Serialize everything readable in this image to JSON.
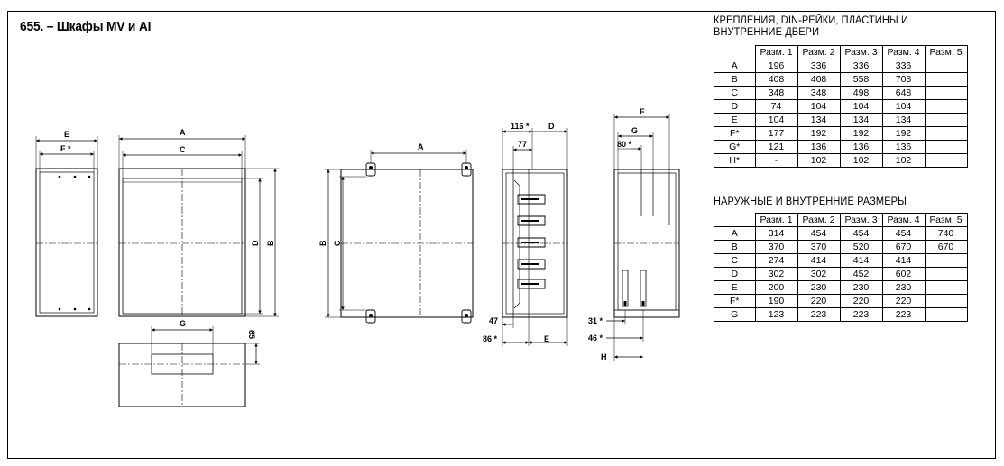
{
  "page_title": "655. – Шкафы MV и AI",
  "drawing_labels": {
    "front_E": "E",
    "front_F": "F *",
    "front_A": "A",
    "front_C": "C",
    "front_D": "D",
    "front_B": "B",
    "front_G": "G",
    "front_65": "65",
    "back_A": "A",
    "back_B": "B",
    "back_C": "C",
    "side_116": "116 *",
    "side_D": "D",
    "side_77": "77",
    "side_47": "47",
    "side_86": "86 *",
    "side_E": "E",
    "right_F": "F",
    "right_G": "G",
    "right_80": "80 *",
    "right_31": "31 *",
    "right_46": "46 *",
    "right_H": "H"
  },
  "table1": {
    "title_line1": "КРЕПЛЕНИЯ, DIN-РЕЙКИ, ПЛАСТИНЫ И",
    "title_line2": "ВНУТРЕННИЕ ДВЕРИ",
    "headers": [
      "Разм. 1",
      "Разм. 2",
      "Разм. 3",
      "Разм. 4",
      "Разм. 5"
    ],
    "rows": [
      {
        "label": "A",
        "values": [
          "196",
          "336",
          "336",
          "336",
          ""
        ]
      },
      {
        "label": "B",
        "values": [
          "408",
          "408",
          "558",
          "708",
          ""
        ]
      },
      {
        "label": "C",
        "values": [
          "348",
          "348",
          "498",
          "648",
          ""
        ]
      },
      {
        "label": "D",
        "values": [
          "74",
          "104",
          "104",
          "104",
          ""
        ]
      },
      {
        "label": "E",
        "values": [
          "104",
          "134",
          "134",
          "134",
          ""
        ]
      },
      {
        "label": "F*",
        "values": [
          "177",
          "192",
          "192",
          "192",
          ""
        ]
      },
      {
        "label": "G*",
        "values": [
          "121",
          "136",
          "136",
          "136",
          ""
        ]
      },
      {
        "label": "H*",
        "values": [
          "-",
          "102",
          "102",
          "102",
          ""
        ]
      }
    ]
  },
  "table2": {
    "title": "НАРУЖНЫЕ И ВНУТРЕННИЕ РАЗМЕРЫ",
    "headers": [
      "Разм. 1",
      "Разм. 2",
      "Разм. 3",
      "Разм. 4",
      "Разм. 5"
    ],
    "rows": [
      {
        "label": "A",
        "values": [
          "314",
          "454",
          "454",
          "454",
          "740"
        ]
      },
      {
        "label": "B",
        "values": [
          "370",
          "370",
          "520",
          "670",
          "670"
        ]
      },
      {
        "label": "C",
        "values": [
          "274",
          "414",
          "414",
          "414",
          ""
        ]
      },
      {
        "label": "D",
        "values": [
          "302",
          "302",
          "452",
          "602",
          ""
        ]
      },
      {
        "label": "E",
        "values": [
          "200",
          "230",
          "230",
          "230",
          ""
        ]
      },
      {
        "label": "F*",
        "values": [
          "190",
          "220",
          "220",
          "220",
          ""
        ]
      },
      {
        "label": "G",
        "values": [
          "123",
          "223",
          "223",
          "223",
          ""
        ]
      }
    ]
  }
}
